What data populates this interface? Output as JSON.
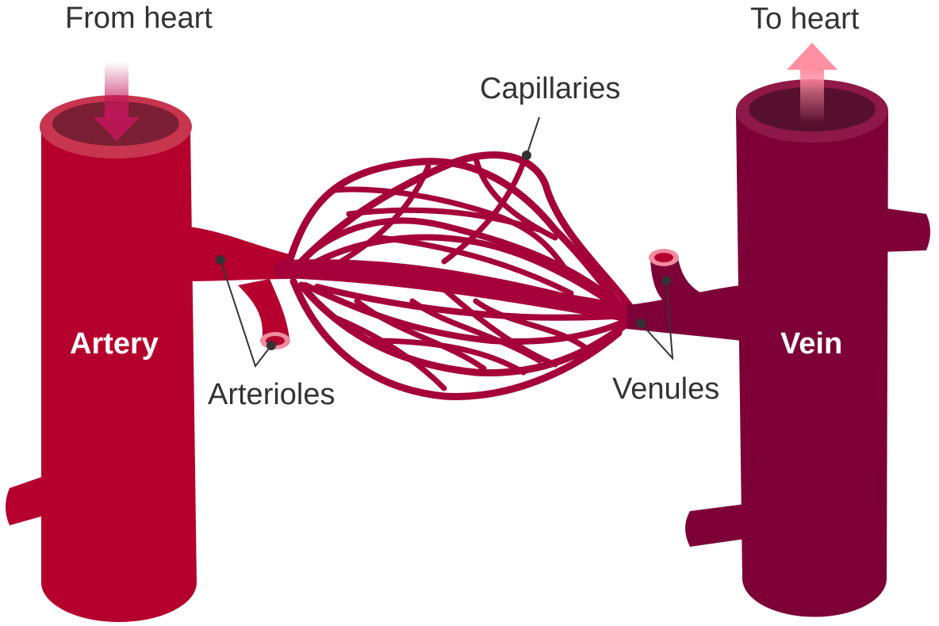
{
  "labels": {
    "from_heart": "From heart",
    "to_heart": "To heart",
    "capillaries": "Capillaries",
    "artery": "Artery",
    "vein": "Vein",
    "arterioles": "Arterioles",
    "venules": "Venules"
  },
  "colors": {
    "artery": "#b5002e",
    "artery_rim": "#c8354f",
    "artery_opening": "#7a1e34",
    "vein": "#7d0037",
    "vein_rim": "#8e1848",
    "vein_opening": "#56102d",
    "capillary": "#a5003a",
    "leader": "#333333",
    "arrow_in": "#c2185b",
    "arrow_out": "#ff8fa3"
  },
  "icons": {
    "from_heart_arrow": "arrow-down-icon",
    "to_heart_arrow": "arrow-up-icon"
  }
}
